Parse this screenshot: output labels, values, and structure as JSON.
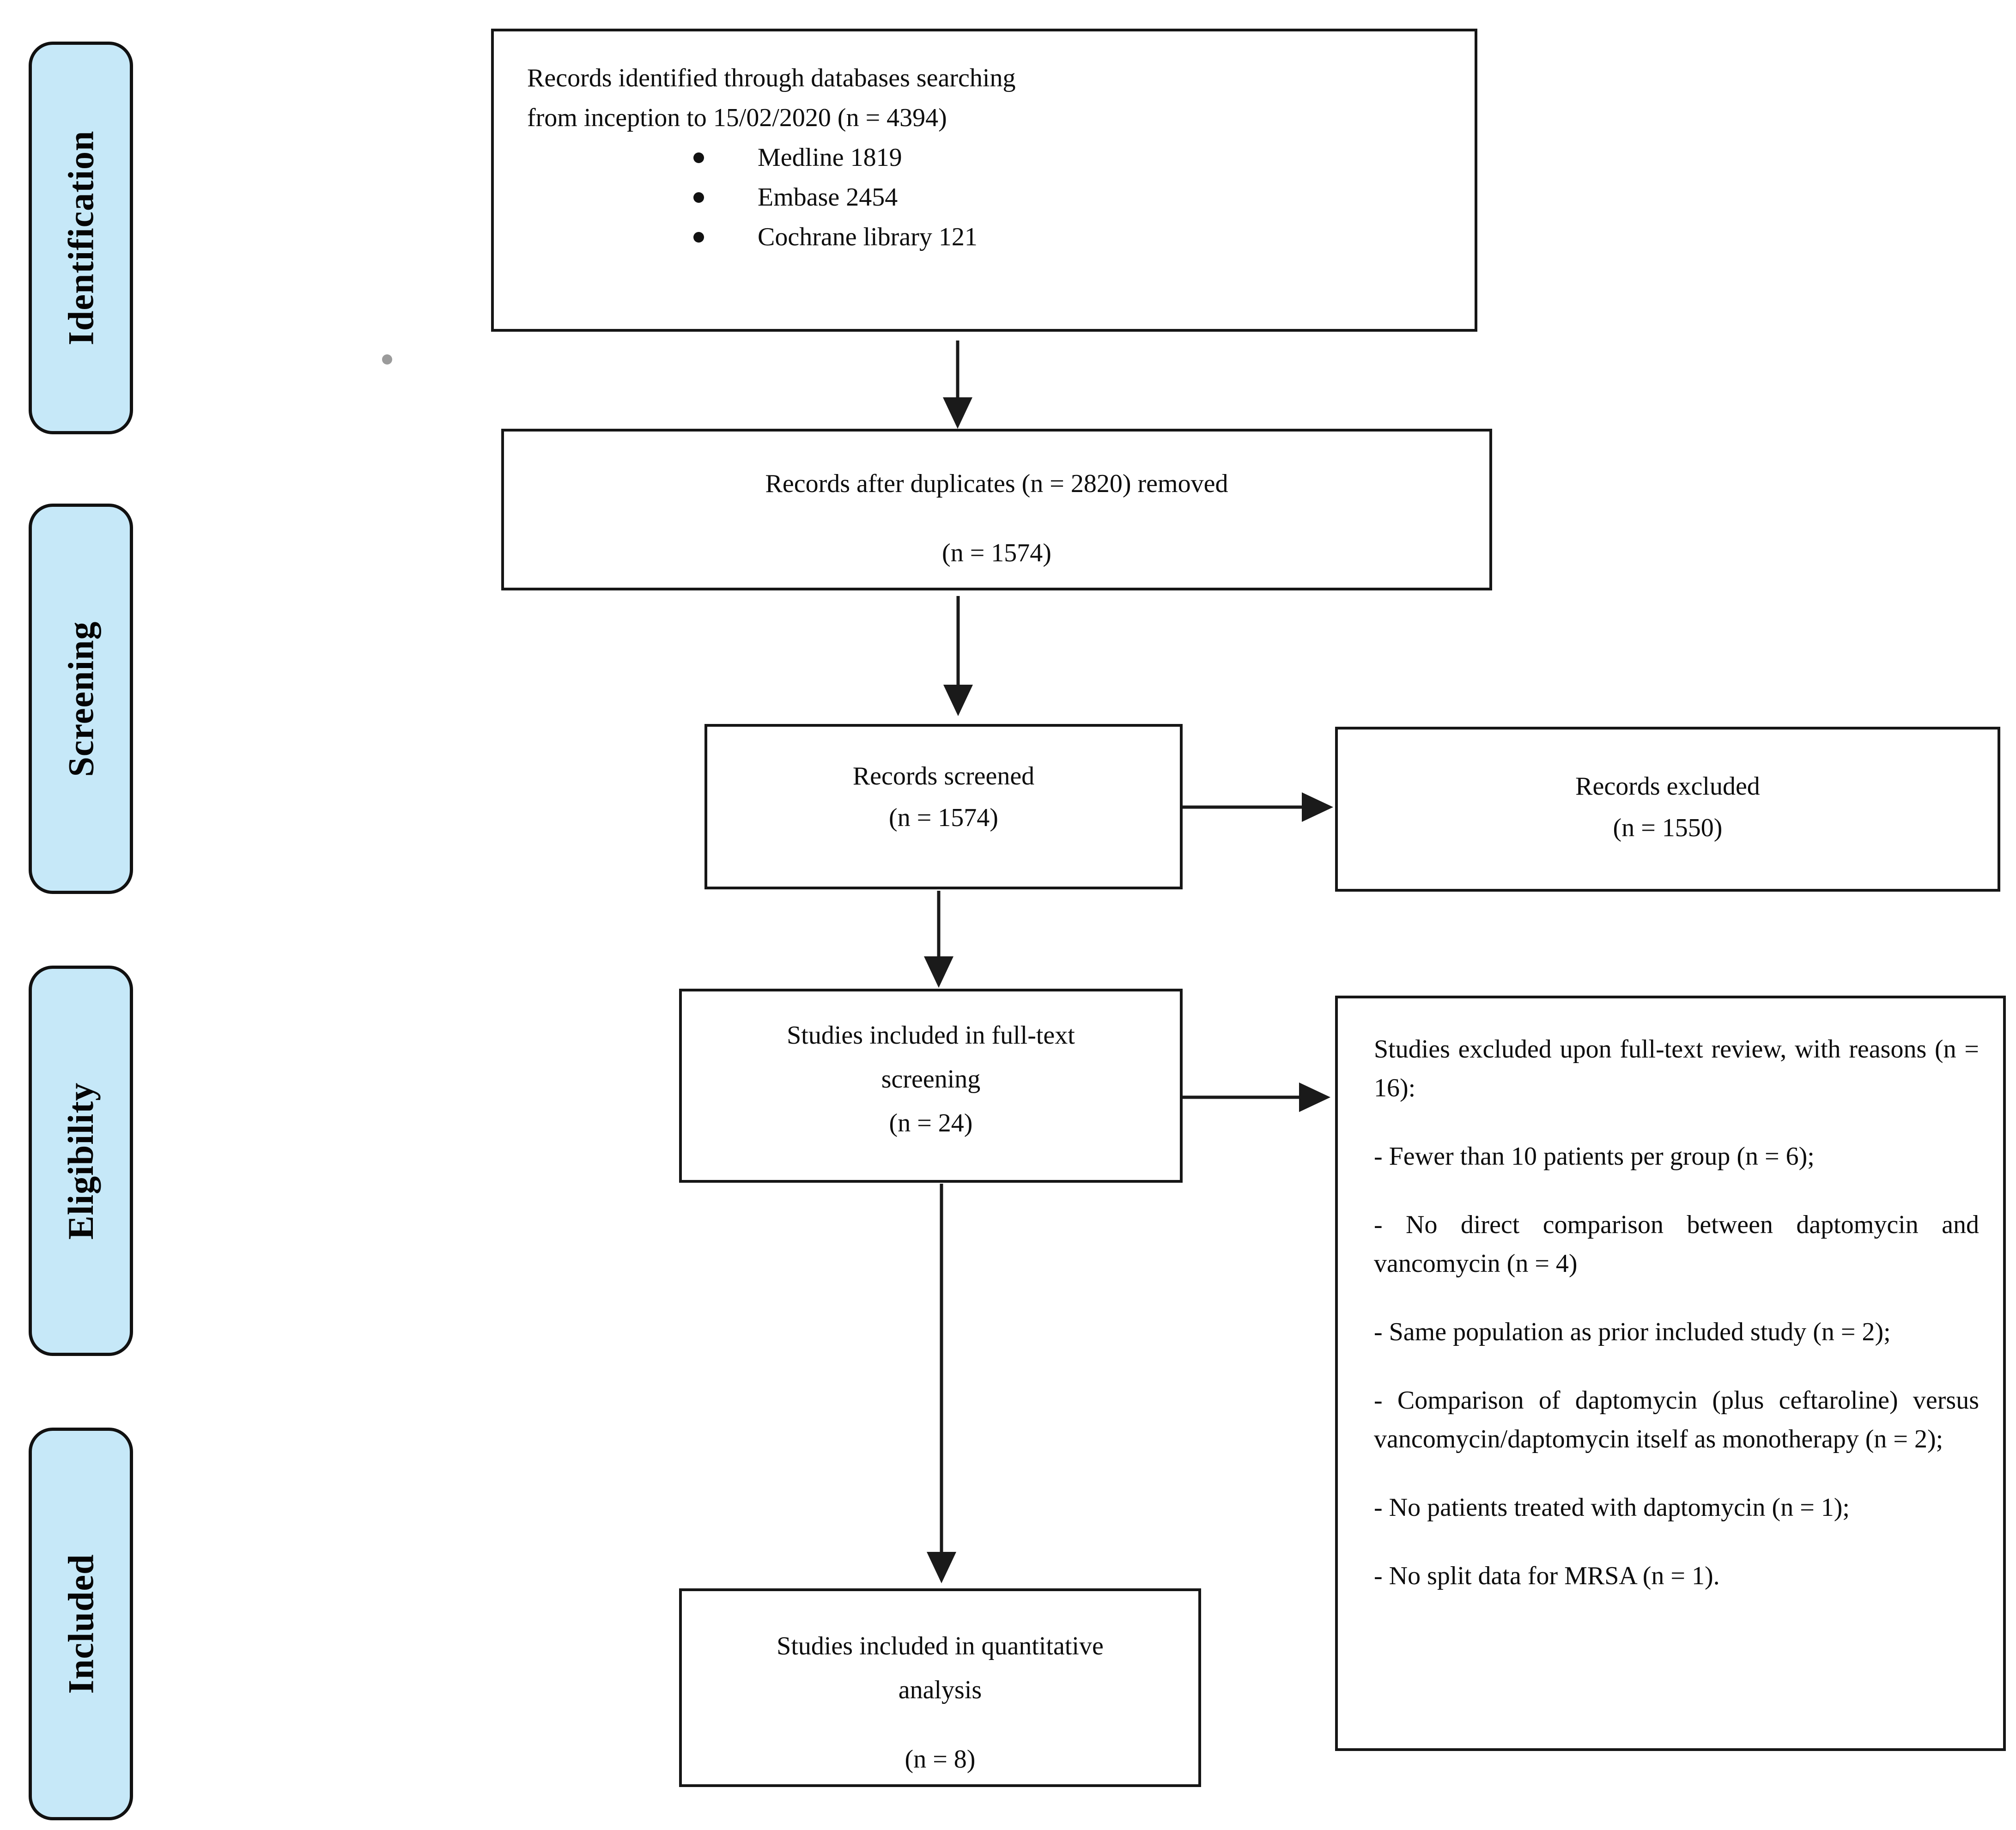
{
  "palette": {
    "stage_fill": "#c6e8f8",
    "line_color": "#1a1a1a",
    "canvas_bg": "#ffffff"
  },
  "stages": [
    "Identification",
    "Screening",
    "Eligibility",
    "Included"
  ],
  "boxes": {
    "identified": {
      "line1": "Records identified through databases searching",
      "line2": "from inception to 15/02/2020 (n = 4394)",
      "bullets": [
        "Medline 1819",
        "Embase 2454",
        "Cochrane library 121"
      ]
    },
    "dedup": {
      "line1": "Records after duplicates (n = 2820) removed",
      "line2": "(n = 1574)"
    },
    "screened": {
      "line1": "Records screened",
      "line2": "(n = 1574)"
    },
    "records_excluded": {
      "line1": "Records excluded",
      "line2": "(n = 1550)"
    },
    "fulltext": {
      "line1": "Studies included in full-text",
      "line2": "screening",
      "line3": "(n = 24)"
    },
    "fulltext_excluded": {
      "header": "Studies excluded upon full-text review, with reasons (n = 16):",
      "reasons": [
        "- Fewer than 10 patients per group (n = 6);",
        "- No direct comparison between daptomycin and vancomycin (n = 4)",
        "- Same population as prior included study (n = 2);",
        "- Comparison of daptomycin (plus ceftaroline) versus vancomycin/daptomycin itself as monotherapy (n = 2);",
        "- No patients treated with daptomycin (n = 1);",
        "- No split data for MRSA (n = 1)."
      ]
    },
    "quantitative": {
      "line1": "Studies included in quantitative",
      "line2": "analysis",
      "line3": "(n = 8)"
    }
  }
}
